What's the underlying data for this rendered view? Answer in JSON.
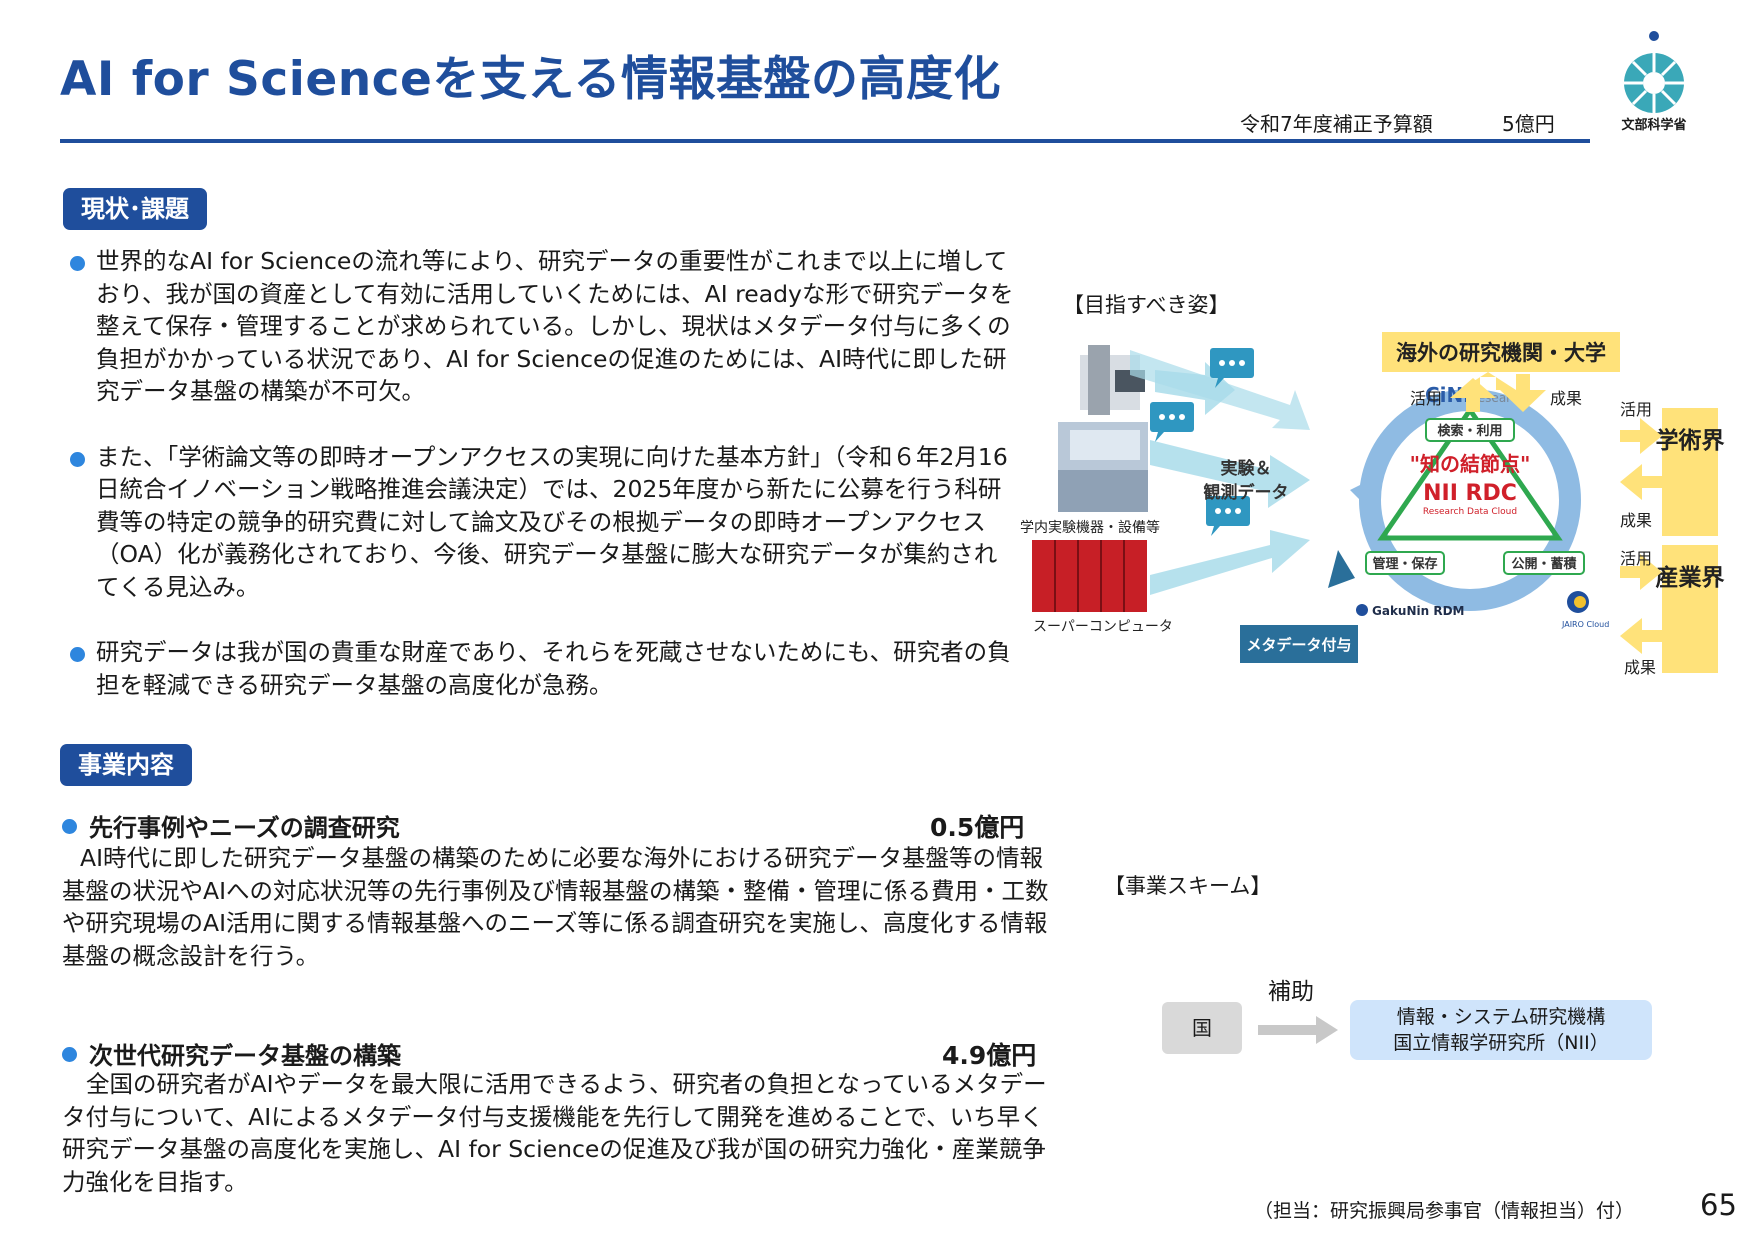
{
  "header": {
    "title": "AI for Scienceを支える情報基盤の高度化",
    "budget_label": "令和7年度補正予算額",
    "budget_value": "5億円",
    "ministry_logo_text": "文部科学省"
  },
  "section_status": {
    "badge": "現状･課題",
    "bullets": [
      "世界的なAI for Scienceの流れ等により、研究データの重要性がこれまで以上に増しており、我が国の資産として有効に活用していくためには、AI readyな形で研究データを整えて保存・管理することが求められている。しかし、現状はメタデータ付与に多くの負担がかかっている状況であり、AI for Scienceの促進のためには、AI時代に即した研究データ基盤の構築が不可欠。",
      "また、「学術論文等の即時オープンアクセスの実現に向けた基本方針」（令和６年2月16日統合イノベーション戦略推進会議決定）では、2025年度から新たに公募を行う科研費等の特定の競争的研究費に対して論文及びその根拠データの即時オープンアクセス（OA）化が義務化されており、今後、研究データ基盤に膨大な研究データが集約されてくる見込み。",
      "研究データは我が国の貴重な財産であり、それらを死蔵させないためにも、研究者の負担を軽減できる研究データ基盤の高度化が急務。"
    ]
  },
  "section_business": {
    "badge": "事業内容",
    "items": [
      {
        "heading": "先行事例やニーズの調査研究",
        "amount": "0.5億円",
        "body": "AI時代に即した研究データ基盤の構築のために必要な海外における研究データ基盤等の情報基盤の状況やAIへの対応状況等の先行事例及び情報基盤の構築・整備・管理に係る費用・工数や研究現場のAI活用に関する情報基盤へのニーズ等に係る調査研究を実施し、高度化する情報基盤の概念設計を行う。"
      },
      {
        "heading": "次世代研究データ基盤の構築",
        "amount": "4.9億円",
        "body": "全国の研究者がAIやデータを最大限に活用できるよう、研究者の負担となっているメタデータ付与について、AIによるメタデータ付与支援機能を先行して開発を進めることで、いち早く研究データ基盤の高度化を実施し、AI for Scienceの促進及び我が国の研究力強化・産業競争力強化を目指す。"
      }
    ]
  },
  "diagram": {
    "label": "【目指すべき姿】",
    "overseas": "海外の研究機関・大学",
    "katsuyo": "活用",
    "seika": "成果",
    "academia": "学術界",
    "industry": "産業界",
    "experiment_data": [
      "実験＆",
      "観測データ"
    ],
    "campus_equipment": "学内実験機器・設備等",
    "supercomputer": "スーパーコンピュータ",
    "search_use": "検索・利用",
    "nexus": "\"知の結節点\"",
    "nii_rdc": "NII RDC",
    "rdc_sub": "Research Data Cloud",
    "manage_store": "管理・保存",
    "publish_accumulate": "公開・蓄積",
    "metadata": "メタデータ付与",
    "cinii": "CiNii",
    "cinii_sub": "Research",
    "gakunin": "GakuNin RDM",
    "jairo": "JAIRO Cloud"
  },
  "scheme": {
    "label": "【事業スキーム】",
    "from": "国",
    "flow": "補助",
    "to_line1": "情報・システム研究機構",
    "to_line2": "国立情報学研究所（NII）"
  },
  "footer": {
    "owner": "（担当：研究振興局参事官（情報担当）付）",
    "page": "65"
  },
  "colors": {
    "brand": "#1f4e9c",
    "bullet": "#2e86de",
    "yellow": "#ffe27a",
    "arrow_cyan": "#a9dcea",
    "ring": "#6fa8dc",
    "green": "#2fa84f"
  }
}
